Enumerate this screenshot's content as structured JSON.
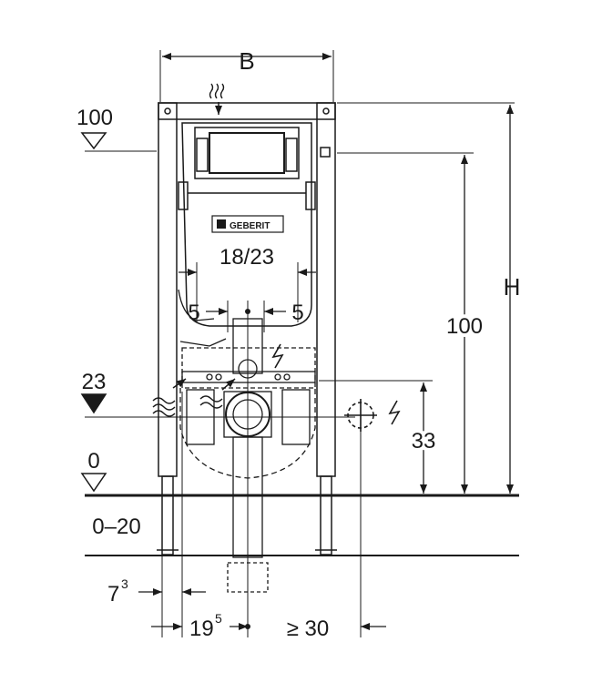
{
  "labels": {
    "width": "B",
    "height": "H",
    "lvl_100": "100",
    "lvl_23": "23",
    "lvl_0": "0",
    "floor_range": "0–20",
    "spacing": "18/23",
    "offset_left": "5",
    "offset_right": "5",
    "dim_100": "100",
    "dim_33": "33",
    "dim_7": "7",
    "dim_7_sup": "3",
    "dim_19": "19",
    "dim_19_sup": "5",
    "dim_30": "≥ 30",
    "brand": "GEBERIT"
  },
  "colors": {
    "line": "#1a1a1a",
    "dash": "#333333"
  }
}
